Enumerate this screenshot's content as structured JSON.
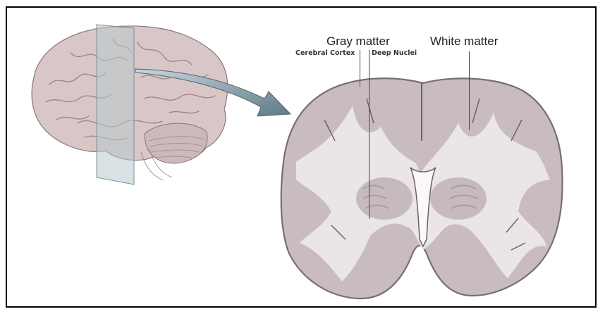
{
  "diagram": {
    "type": "anatomy-illustration",
    "subject": "brain coronal section",
    "labels": {
      "gray_matter": "Gray matter",
      "white_matter": "White matter",
      "cerebral_cortex": "Cerebral Cortex",
      "deep_nuclei": "Deep Nuclei"
    },
    "colors": {
      "gray_matter": "#c9bcbe",
      "white_matter": "#ebe6e6",
      "outline": "#8a7e82",
      "arrow": "#6f8796",
      "plane": "#b8c8cc"
    }
  }
}
